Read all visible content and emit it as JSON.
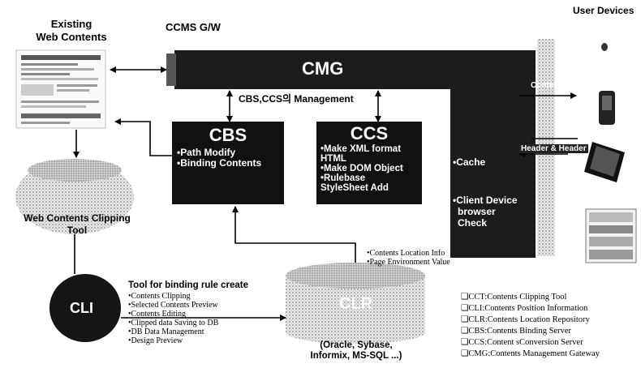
{
  "title": "CCMS G/W",
  "existing": {
    "line1": "Existing",
    "line2": "Web Contents"
  },
  "user_devices": "User Devices",
  "cmg": {
    "title": "CMG"
  },
  "management_label": "CBS,CCS의 Management",
  "cbs": {
    "title": "CBS",
    "items": [
      "•Path Modify",
      "•Binding Contents"
    ]
  },
  "ccs": {
    "title": "CCS",
    "items": [
      "•Make XML format",
      "HTML",
      "•Make DOM Object",
      "•Rulebase",
      "StyleSheet Add"
    ]
  },
  "cache_panel": {
    "cache": "•Cache",
    "client": "•Client Device",
    "browser": "browser",
    "check": "Check"
  },
  "contents_label": "Contents",
  "header_label": "Header & Header",
  "clipping_tool": {
    "line1": "Web Contents Clipping",
    "line2": "Tool"
  },
  "cli": {
    "title": "CLI"
  },
  "tool_binding": {
    "title": "Tool for binding rule create",
    "items": [
      "•Contents Clipping",
      "•Selected Contents Preview",
      "•Contents Editing",
      "•Clipped data Saving to DB",
      "•DB Data Management",
      "•Design Preview"
    ]
  },
  "clr": {
    "title": "CLR",
    "db_line1": "(Oracle, Sybase,",
    "db_line2": "Informix, MS-SQL ...)"
  },
  "clr_info": {
    "line1": "•Contents Location Info",
    "line2": "•Page Environment Value"
  },
  "legend": [
    "❑CCT:Contents Clipping Tool",
    "❑CLI:Contents Position Information",
    "❑CLR:Contents Location Repository",
    "❑CBS:Contents Binding Server",
    "❑CCS:Content sConversion Server",
    "❑CMG:Contents Management Gateway"
  ]
}
